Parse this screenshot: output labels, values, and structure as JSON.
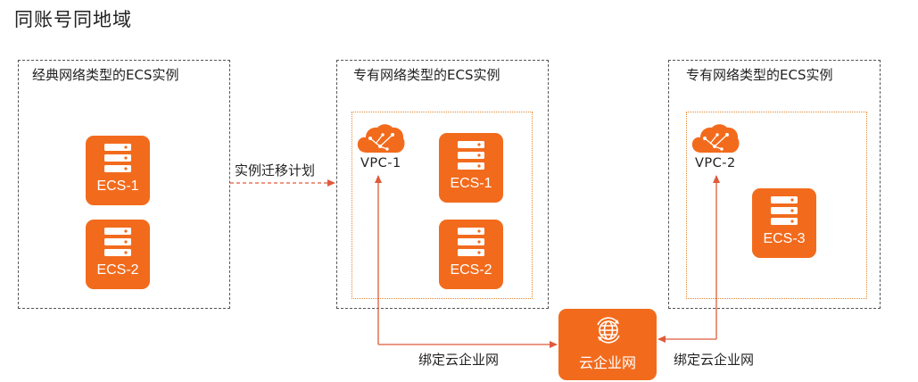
{
  "title": "同账号同地域",
  "regions": {
    "classic": {
      "label": "经典网络类型的ECS实例"
    },
    "vpc_a": {
      "label": "专有网络类型的ECS实例"
    },
    "vpc_b": {
      "label": "专有网络类型的ECS实例"
    }
  },
  "vpcs": {
    "vpc1": {
      "label": "VPC-1",
      "icon": "cloud-network-icon"
    },
    "vpc2": {
      "label": "VPC-2",
      "icon": "cloud-network-icon"
    }
  },
  "ecs": {
    "classic_1": "ECS-1",
    "classic_2": "ECS-2",
    "vpc1_1": "ECS-1",
    "vpc1_2": "ECS-2",
    "vpc2_1": "ECS-3"
  },
  "cen": {
    "label": "云企业网",
    "icon": "globe-icon"
  },
  "edges": {
    "migration": "实例迁移计划",
    "bind_left": "绑定云企业网",
    "bind_right": "绑定云企业网"
  },
  "colors": {
    "accent": "#f26b1d",
    "arrow": "#e05a3a",
    "vpc_border": "#e5872e"
  }
}
